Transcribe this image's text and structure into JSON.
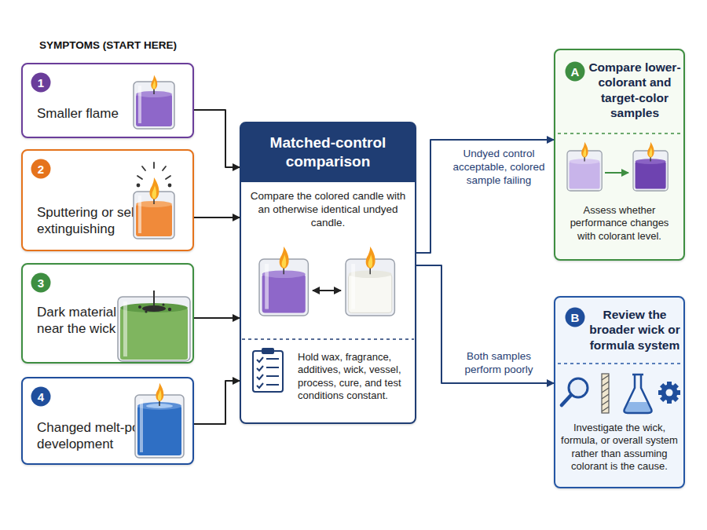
{
  "diagram": {
    "nodes": [
      {
        "text": [
          "Smaller flame"
        ]
      },
      {
        "text": [
          "1"
        ],
        "in": 0
      },
      {
        "text": [
          "Sputtering or self-extinguishing"
        ]
      },
      {
        "text": [
          "2"
        ],
        "in": 2
      },
      {
        "text": [
          "Dark material near the wick"
        ]
      },
      {
        "text": [
          "3"
        ],
        "in": 4
      },
      {
        "text": [
          "Changed melt-pool development"
        ]
      },
      {
        "text": [
          "4"
        ],
        "in": 6
      },
      {
        "text": [
          "Matched-control comparison",
          "Compare the colored candle with an otherwise identical undyed candle.",
          "Hold wax, fragrance, additives, wick, vessel, process, cure, and test conditions constant."
        ]
      },
      {
        "text": [
          "Compare lower-colorant and target-color samples",
          "Assess whether performance changes with colorant level."
        ]
      },
      {
        "text": [
          "A"
        ],
        "in": 9
      },
      {
        "text": [
          "Review the broader wick or formula system",
          "Investigate the wick, formula, or overall system rather than assuming colorant is the cause."
        ]
      },
      {
        "text": [
          "B"
        ],
        "in": 11
      }
    ],
    "edges": [
      {
        "from": 0,
        "to": 8,
        "arrow": "to"
      },
      {
        "from": 2,
        "to": 8,
        "arrow": "to"
      },
      {
        "from": 4,
        "to": 8,
        "arrow": "to"
      },
      {
        "from": 6,
        "to": 8,
        "arrow": "to"
      },
      {
        "from": 8,
        "to": 9,
        "label": "Undyed control acceptable, colored sample failing",
        "arrow": "to"
      },
      {
        "from": 8,
        "to": 11,
        "label": "Both samples perform poorly",
        "arrow": "to"
      }
    ],
    "labels": [
      "SYMPTOMS (START HERE)"
    ]
  }
}
